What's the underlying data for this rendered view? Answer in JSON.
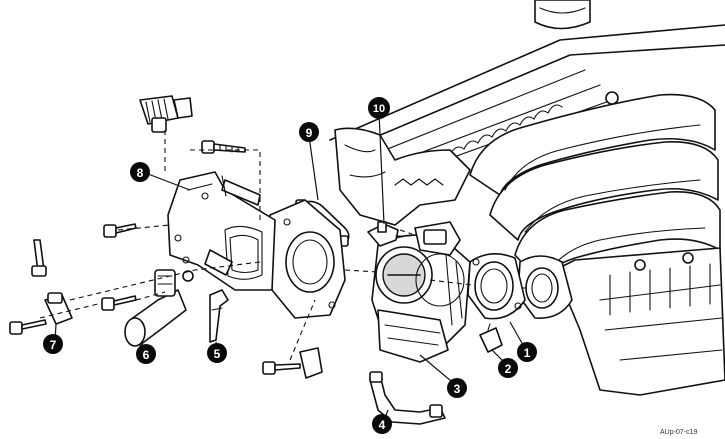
{
  "diagram": {
    "callouts": [
      {
        "id": "callout-1",
        "label": "1"
      },
      {
        "id": "callout-2",
        "label": "2"
      },
      {
        "id": "callout-3",
        "label": "3"
      },
      {
        "id": "callout-4",
        "label": "4"
      },
      {
        "id": "callout-5",
        "label": "5"
      },
      {
        "id": "callout-6",
        "label": "6"
      },
      {
        "id": "callout-7",
        "label": "7"
      },
      {
        "id": "callout-8",
        "label": "8"
      },
      {
        "id": "callout-9",
        "label": "9"
      },
      {
        "id": "callout-10",
        "label": "10"
      }
    ],
    "image_code": "AUp-07-c19"
  }
}
